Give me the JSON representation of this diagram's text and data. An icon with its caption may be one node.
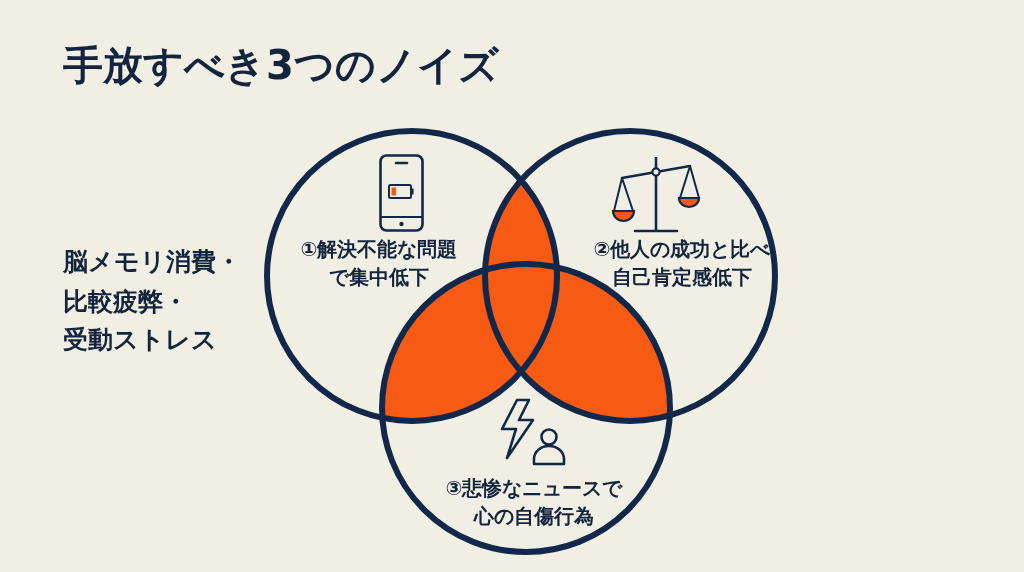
{
  "diagram": {
    "title": "手放すべき3つのノイズ",
    "nodes": [
      {
        "text": [
          "①解決不能な問題で集中低下"
        ]
      },
      {
        "text": [
          "②他人の成功と比べ自己肯定感低下"
        ]
      },
      {
        "text": [
          "③悲惨なニュースで心の自傷行為"
        ]
      }
    ],
    "labels": [
      "脳メモリ消費・",
      "比較疲弊・",
      "受動ストレス"
    ]
  }
}
